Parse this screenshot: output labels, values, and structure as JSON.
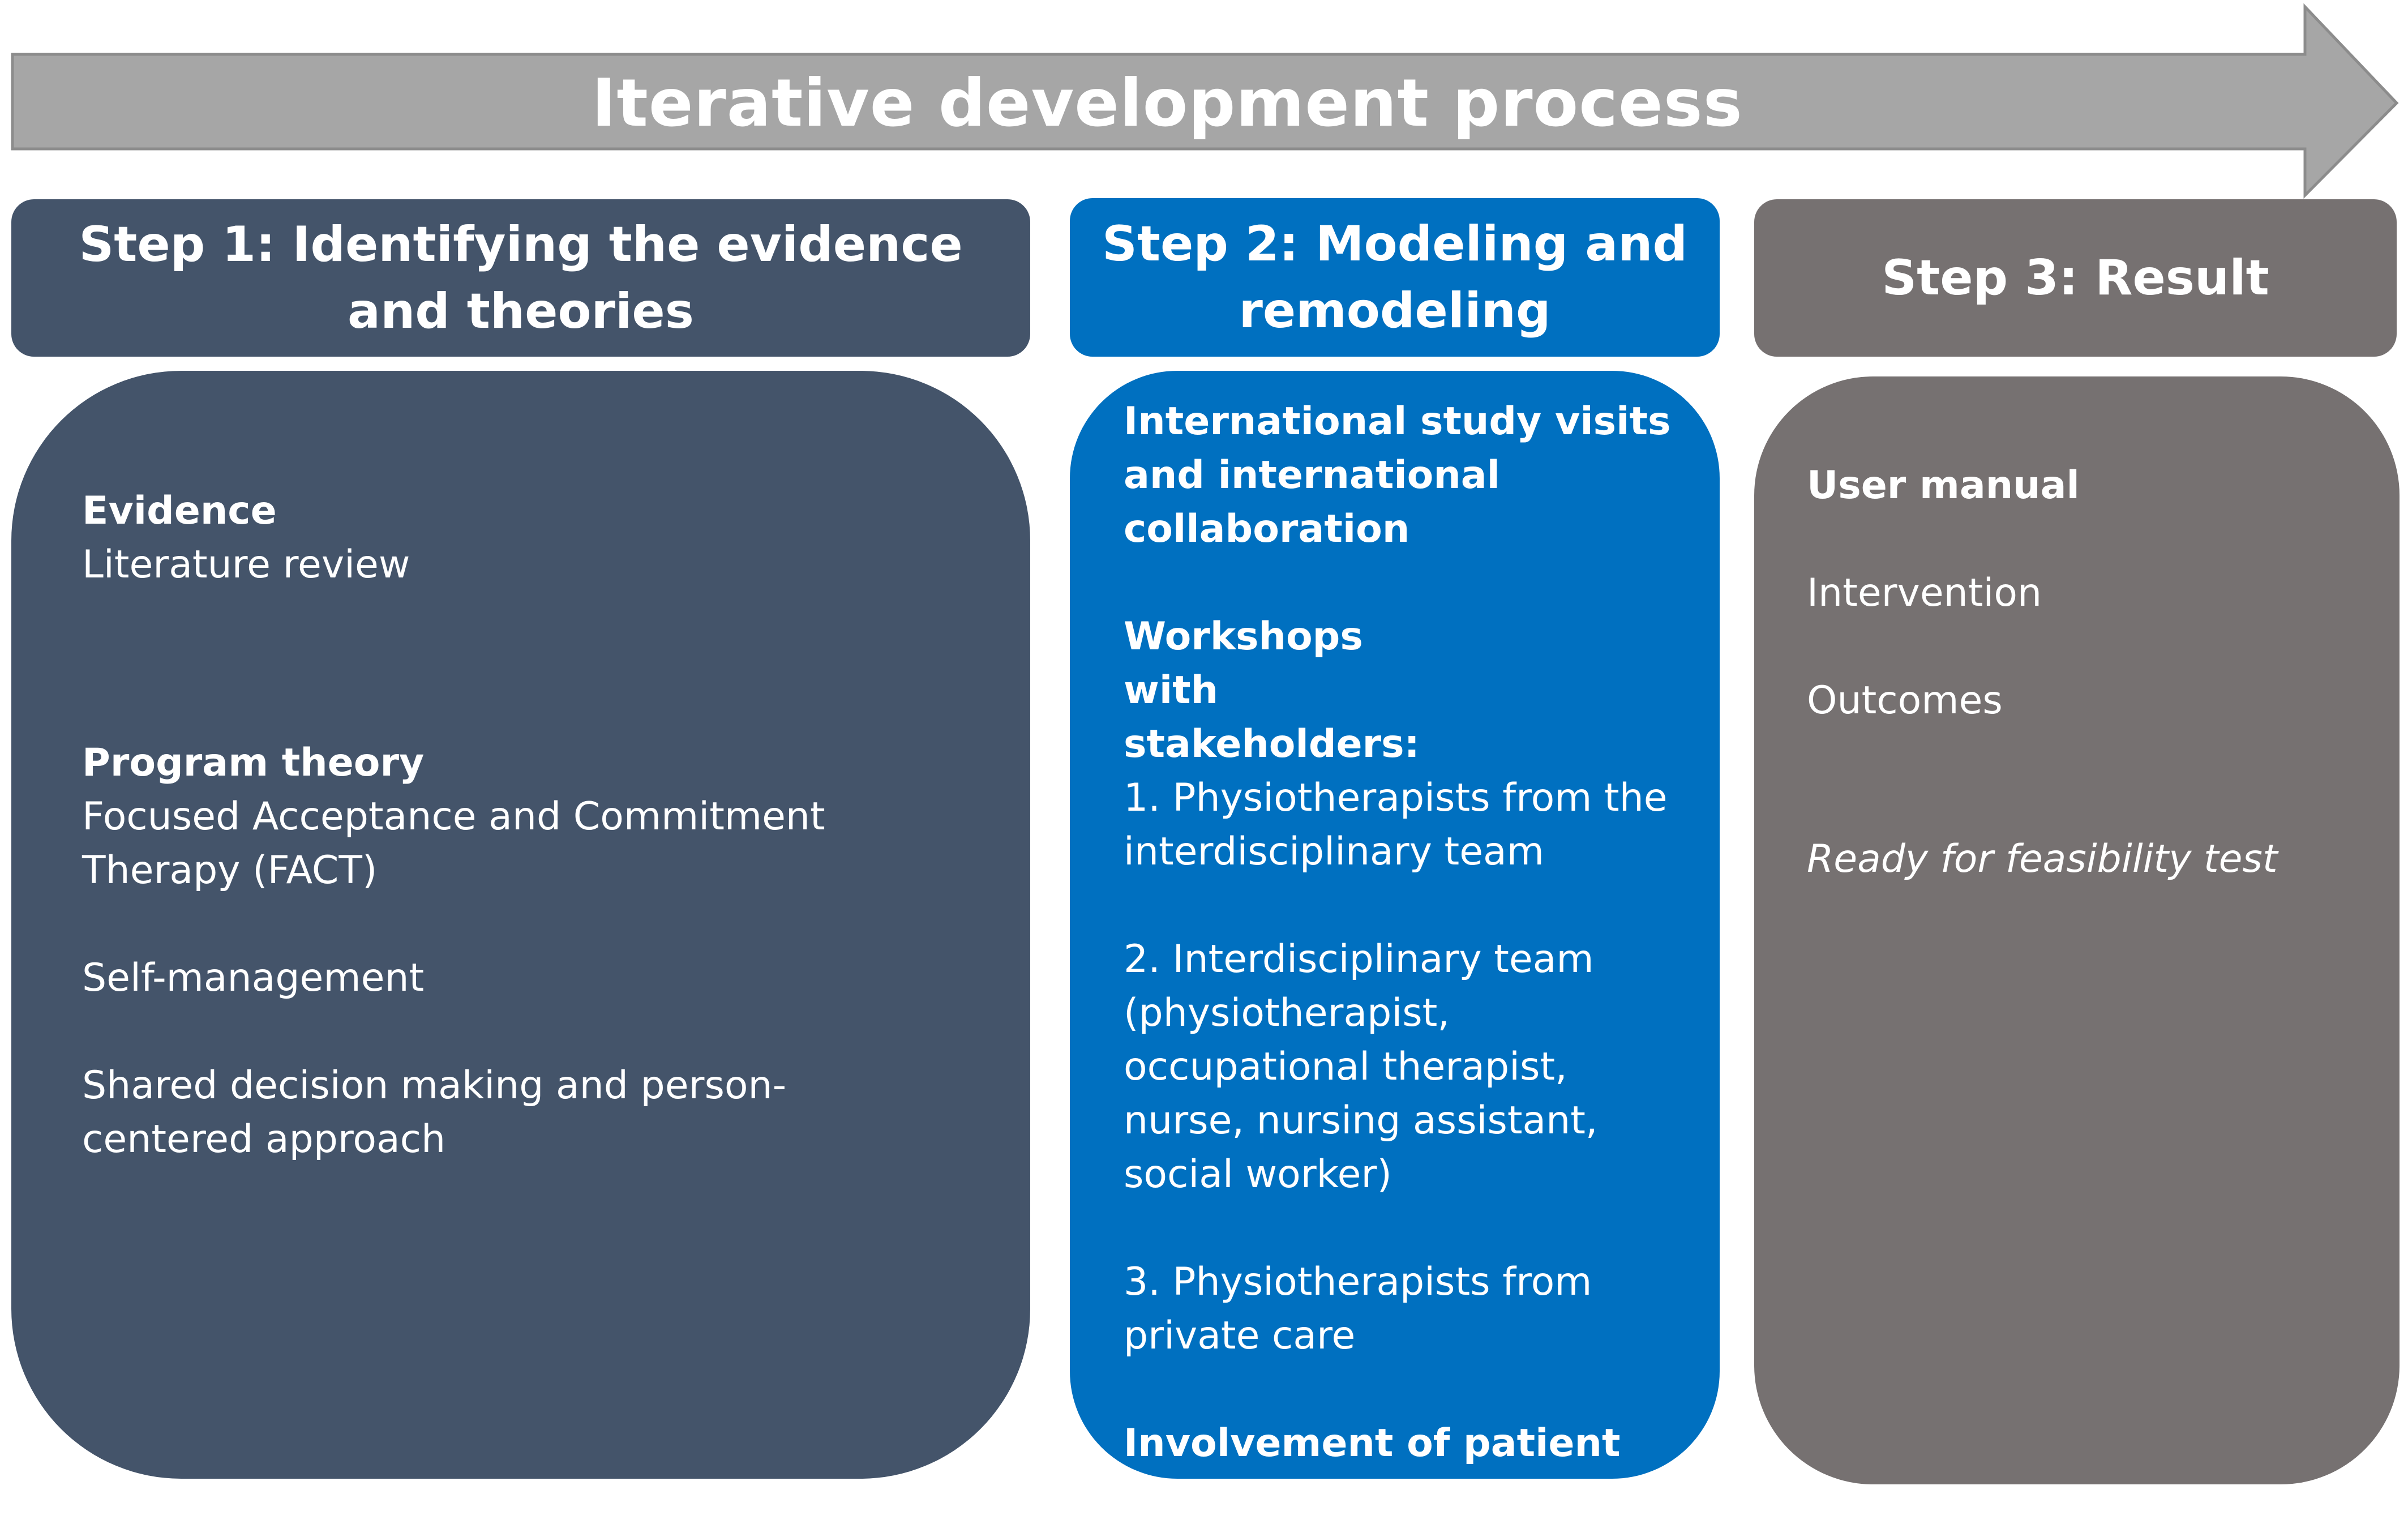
{
  "arrow": {
    "title": "Iterative development process",
    "color": "#a6a6a6",
    "stroke": "#8c8c8c"
  },
  "steps": [
    {
      "title": "Step 1: Identifying the evidence and theories",
      "color": "#44546a",
      "sections": [
        {
          "heading": "Evidence",
          "body": "Literature review"
        },
        {
          "heading": "Program theory",
          "body": "Focused Acceptance and Commitment Therapy (FACT)"
        },
        {
          "body": "Self-management"
        },
        {
          "body": "Shared decision making and person-centered approach"
        }
      ]
    },
    {
      "title": "Step 2: Modeling and remodeling",
      "color": "#0070c0",
      "sections": [
        {
          "heading": "International study visits and international collaboration"
        },
        {
          "heading": "Workshops with stakeholders:",
          "body": "1. Physiotherapists from the interdisciplinary team"
        },
        {
          "body": "2. Interdisciplinary team (physiotherapist, occupational therapist, nurse, nursing assistant, social worker)"
        },
        {
          "body": "3. Physiotherapists from private care"
        },
        {
          "heading": "Involvement of patient research partners"
        }
      ]
    },
    {
      "title": "Step 3: Result",
      "color": "#767171",
      "sections": [
        {
          "heading": "User manual"
        },
        {
          "body": "Intervention"
        },
        {
          "body": "Outcomes"
        },
        {
          "note": "Ready for feasibility test"
        }
      ]
    }
  ]
}
